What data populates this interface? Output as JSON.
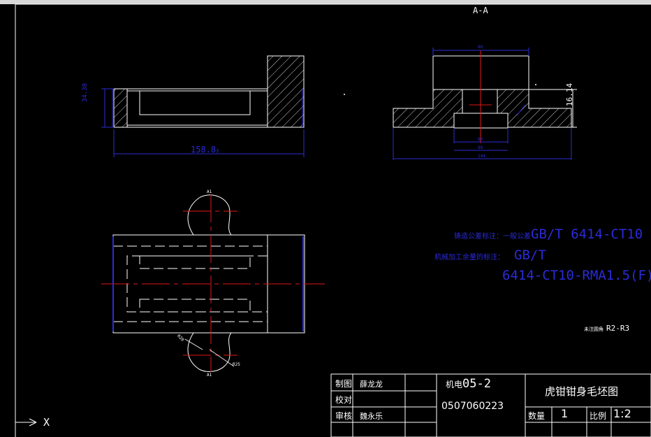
{
  "section_label": "A-A",
  "dimensions": {
    "overall_length": "158.8",
    "overall_length_suffix": "±",
    "side_height": "34.38",
    "section_height": "16.14",
    "top_width": "80",
    "dim_1": "60",
    "dim_2": "80",
    "dim_3": "144",
    "radius_top": "A1",
    "radius_bottom": "A1",
    "radius_r20": "R20",
    "radius_r25": "R25"
  },
  "notes": {
    "line1_label": "铸造公差标注：一般公差",
    "line1_value": "GB/T 6414-CT10",
    "line2_label": "机械加工余量的标注：",
    "line2_value_a": "GB/T",
    "line2_value_b": "6414-CT10-RMA1.5(F)",
    "fillet_label": "未注圆角",
    "fillet_value": "R2-R3"
  },
  "title_block": {
    "drawn_label": "制图",
    "drawn_name": "薛龙龙",
    "check_label": "校对",
    "review_label": "审核",
    "review_name": "魏永乐",
    "class_label": "机电",
    "class_code": "05-2",
    "student_id": "0507060223",
    "drawing_title": "虎钳钳身毛坯图",
    "qty_label": "数量",
    "qty_value": "1",
    "scale_label": "比例",
    "scale_value": "1:2"
  },
  "ucs": {
    "x_label": "X"
  },
  "colors": {
    "background": "#000000",
    "outline": "#ffffff",
    "dimension": "#2b2bd8",
    "centerline": "#e01818"
  }
}
